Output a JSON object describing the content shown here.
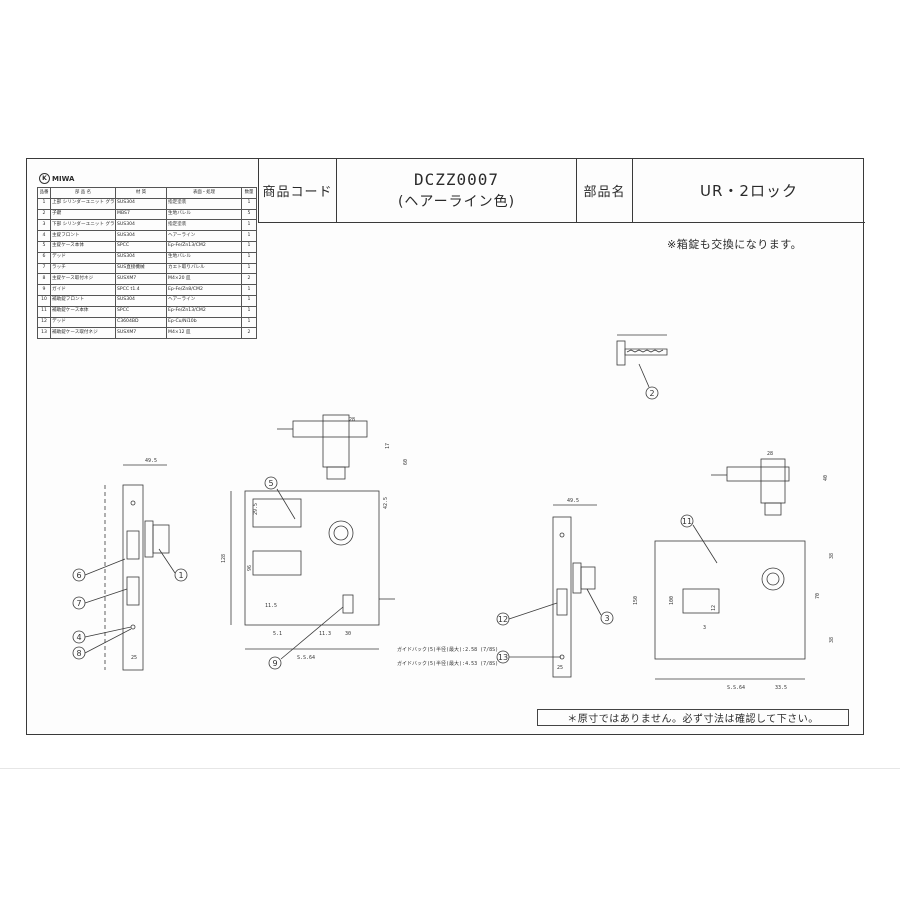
{
  "header": {
    "product_code_label": "商品コード",
    "product_code_line1": "DCZZ0007",
    "product_code_line2": "(ヘアーライン色)",
    "part_name_label": "部品名",
    "part_name": "UR・2ロック"
  },
  "logo": {
    "mark": "K",
    "text": "MIWA"
  },
  "parts_table": {
    "headers": [
      "品番",
      "部 品 名",
      "材 質",
      "表面・処理",
      "数量"
    ],
    "rows": [
      [
        "1",
        "上部 シリンダーユニット グラシャフト",
        "SUS304",
        "指定塗装",
        "1"
      ],
      [
        "2",
        "子鍵",
        "MBS7",
        "生地バレル",
        "5"
      ],
      [
        "3",
        "下部 シリンダーユニット グラシャフト",
        "SUS304",
        "指定塗装",
        "1"
      ],
      [
        "4",
        "主錠フロント",
        "SUS304",
        "ヘアーライン",
        "1"
      ],
      [
        "5",
        "主錠ケース本体",
        "SPCC",
        "Ep-Fe/Zn13/CM2",
        "1"
      ],
      [
        "6",
        "デッド",
        "SUS304",
        "生地バレル",
        "1"
      ],
      [
        "7",
        "ラッチ",
        "SUS直接機械",
        "カエト取りバレル",
        "1"
      ],
      [
        "8",
        "主錠ケース取付ネジ",
        "SUSXM7",
        "M4×20 皿",
        "2"
      ],
      [
        "9",
        "ガイド",
        "SPCC t1.4",
        "Ep-Fe/Zn8/CM2",
        "1"
      ],
      [
        "10",
        "補助錠フロント",
        "SUS304",
        "ヘアーライン",
        "1"
      ],
      [
        "11",
        "補助錠ケース本体",
        "SPCC",
        "Ep-Fe/Zn13/CM2",
        "1"
      ],
      [
        "12",
        "デッド",
        "C3604BD",
        "Ep-Cu/Ni10b",
        "1"
      ],
      [
        "13",
        "補助錠ケース取付ネジ",
        "SUSXM7",
        "M4×12 皿",
        "2"
      ]
    ]
  },
  "notice_top": "※箱錠も交換になります。",
  "notice_bottom": "＊原寸ではありません。必ず寸法は確認して下さい。",
  "callouts": [
    "1",
    "2",
    "3",
    "4",
    "5",
    "6",
    "7",
    "8",
    "9",
    "11",
    "12",
    "13"
  ],
  "dimensions": {
    "d1": "49.5",
    "d2": "60",
    "d3": "40",
    "d4": "100",
    "d5": "150",
    "d6": "38",
    "d7": "5.1",
    "d8": "11.3",
    "d9": "30",
    "d10": "S.S.64",
    "d11": "33.5",
    "d12": "25",
    "d13": "128",
    "d14": "70",
    "d15": "38",
    "d16": "12",
    "d17": "3",
    "d18": "28",
    "d19": "11.5",
    "d20": "96",
    "d21": "42.5",
    "d22": "17",
    "d23": "29.5"
  },
  "notes": {
    "n1": "ガイドバック(5)半径(最大):2.58 (7/8S)",
    "n2": "ガイドバック(5)半径(最大):4.53 (7/8S)"
  }
}
